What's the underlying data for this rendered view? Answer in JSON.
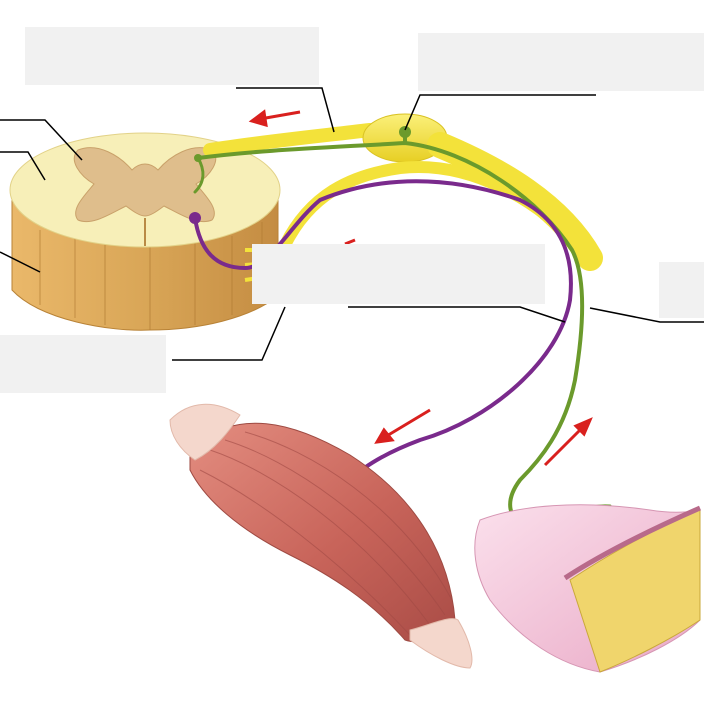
{
  "diagram": {
    "colors": {
      "background": "#ffffff",
      "label_box": "#f1f1f1",
      "leader_line": "#000000",
      "sensory_neuron": "#6b9a2c",
      "motor_neuron": "#7a2a8c",
      "spinal_nerve": "#f3e23a",
      "spinal_cord_white_matter": "#f7efb8",
      "spinal_cord_gray_matter": "#dfbe8c",
      "spinal_cord_cut_side": "#d9a657",
      "muscle": "#c8645a",
      "tendon": "#f4d7cc",
      "skin_surface": "#f2c4d8",
      "skin_dermis": "#f0d56c",
      "arrows": "#d9201e"
    },
    "labels": [
      {
        "id": "label-box-top-left",
        "text": ""
      },
      {
        "id": "label-box-top-right",
        "text": ""
      },
      {
        "id": "label-box-middle",
        "text": ""
      },
      {
        "id": "label-box-right-edge",
        "text": ""
      },
      {
        "id": "label-box-bottom-left",
        "text": ""
      }
    ],
    "icons": [
      "red-arrow-icon"
    ]
  }
}
